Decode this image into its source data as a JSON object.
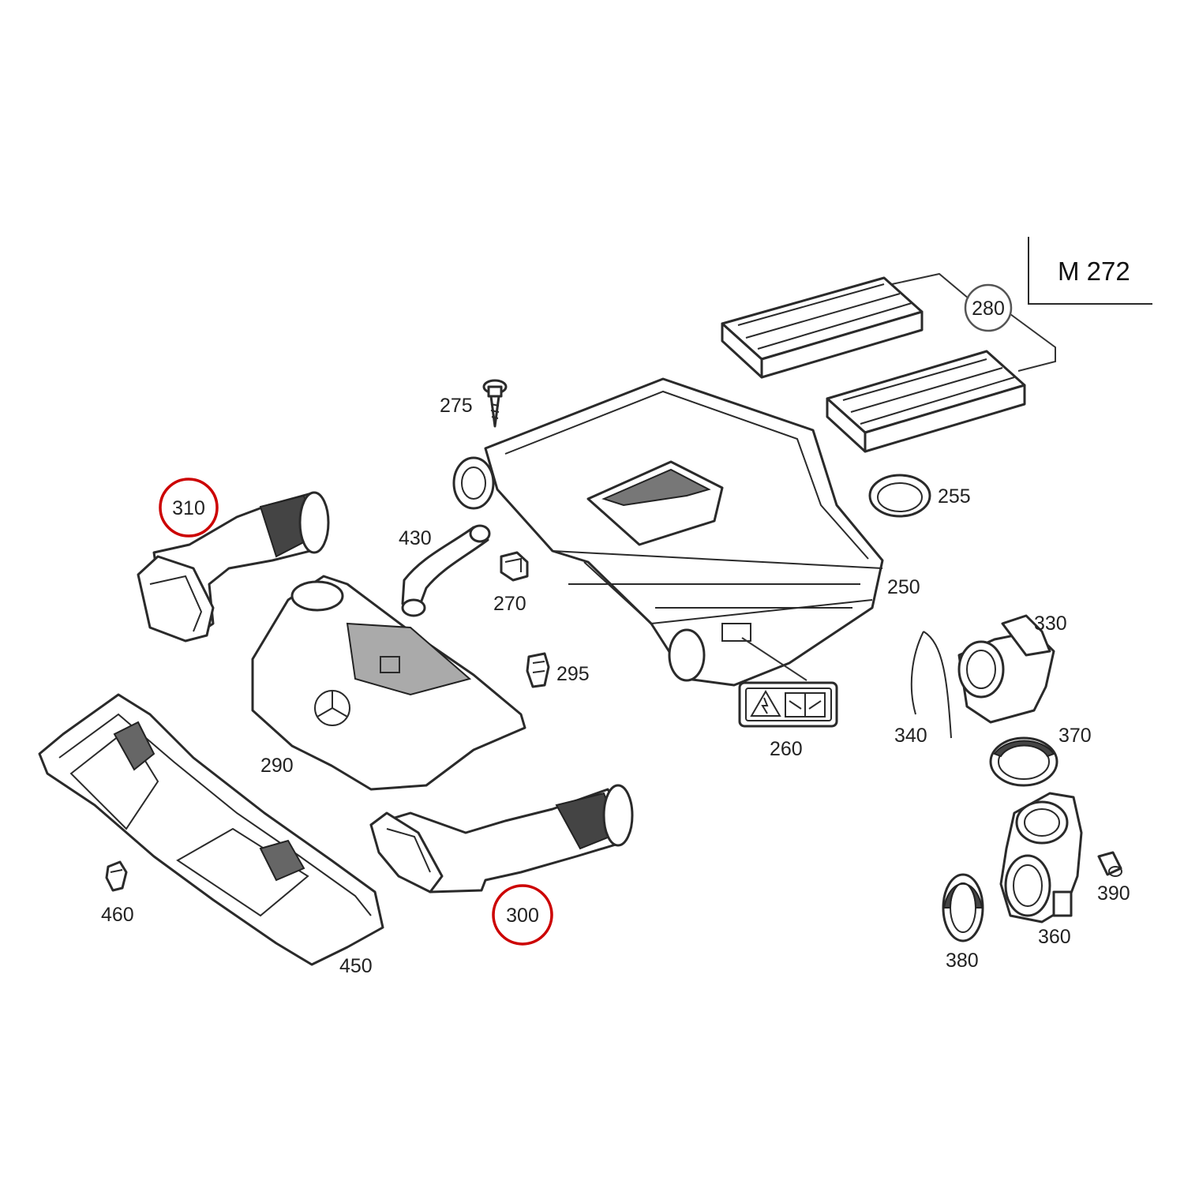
{
  "title_label": "M 272",
  "highlight_color": "#cc0000",
  "parts": {
    "p250": "250",
    "p255": "255",
    "p260": "260",
    "p270": "270",
    "p275": "275",
    "p280": "280",
    "p290": "290",
    "p295": "295",
    "p300": "300",
    "p310": "310",
    "p330": "330",
    "p340": "340",
    "p360": "360",
    "p370": "370",
    "p380": "380",
    "p390": "390",
    "p430": "430",
    "p450": "450",
    "p460": "460"
  },
  "highlighted_parts": [
    "310",
    "300"
  ],
  "logo": "three-pointed-star-emblem",
  "warning_label_icons": [
    "electrical-hazard-icon",
    "service-manual-icon"
  ]
}
